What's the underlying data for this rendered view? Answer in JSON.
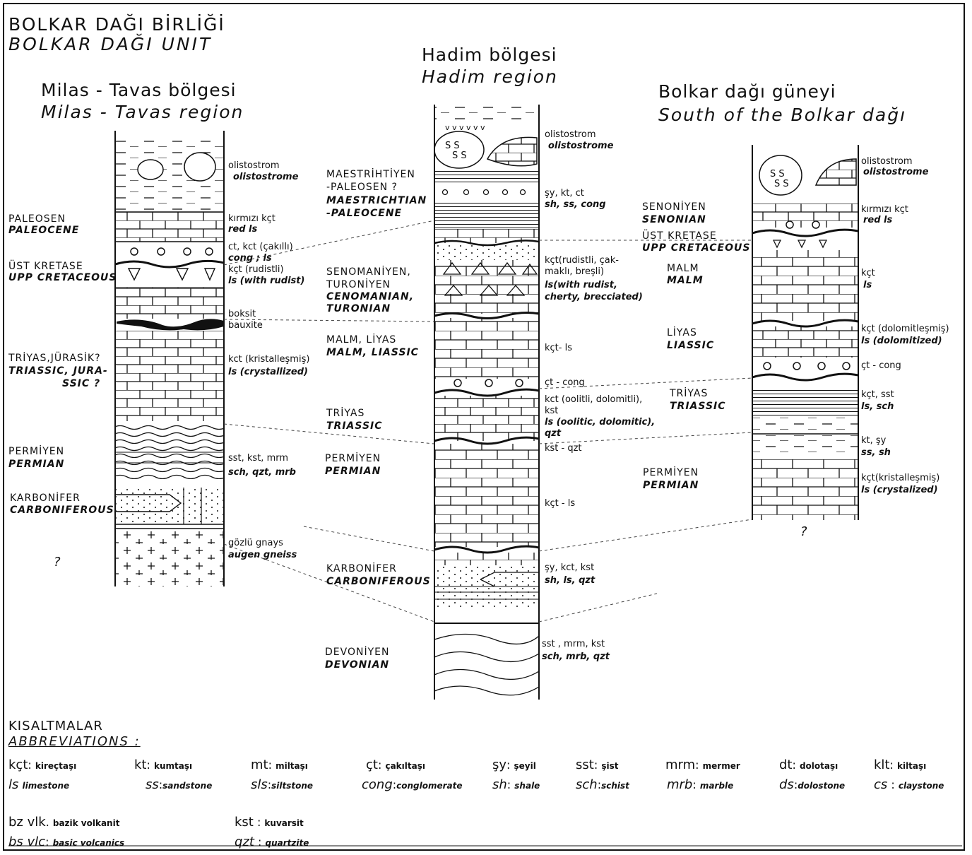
{
  "unit": {
    "title_tr": "BOLKAR DAĞI BİRLİĞİ",
    "title_en": "BOLKAR DAĞI UNIT"
  },
  "columns": {
    "milas": {
      "region_tr": "Milas - Tavas bölgesi",
      "region_en": "Milas - Tavas region",
      "question": "?",
      "ages": [
        {
          "tr": "PALEOSEN",
          "en": "PALEOCENE"
        },
        {
          "tr": "ÜST KRETASE",
          "en": "UPP CRETACEOUS"
        },
        {
          "tr": "TRİYAS,JÜRASİK?",
          "en": "TRIASSIC, JURA-",
          "en2": "SSIC ?"
        },
        {
          "tr": "PERMİYEN",
          "en": "PERMIAN"
        },
        {
          "tr": "KARBONİFER",
          "en": "CARBONIFEROUS"
        }
      ],
      "lith": [
        {
          "tr": "olistostrom",
          "en": "olistostrome"
        },
        {
          "tr": "kırmızı kçt",
          "en": "red ls"
        },
        {
          "tr": "ct, kct (çakıllı)",
          "en": "cong ; ls"
        },
        {
          "tr": "kçt (rudistli)",
          "en": "ls (with rudist)"
        },
        {
          "tr": "boksit",
          "en": "bauxite"
        },
        {
          "tr": "kct (kristalleşmiş)",
          "en": "ls (crystallized)"
        },
        {
          "tr": "sst, kst, mrm",
          "en": "sch, qzt, mrb"
        },
        {
          "tr": "gözlü gnays",
          "en": "augen gneiss"
        }
      ]
    },
    "hadim": {
      "region_tr": "Hadim bölgesi",
      "region_en": "Hadim region",
      "ages": [
        {
          "tr": "MAESTRİHTİYEN",
          "tr2": "-PALEOSEN ?",
          "en": "MAESTRICHTIAN",
          "en2": "-PALEOCENE"
        },
        {
          "tr": "SENOMANİYEN,",
          "tr2": "TURONİYEN",
          "en": "CENOMANIAN,",
          "en2": "TURONIAN"
        },
        {
          "tr": "MALM, LİYAS",
          "en": "MALM, LIASSIC"
        },
        {
          "tr": "TRİYAS",
          "en": "TRIASSIC"
        },
        {
          "tr": "PERMİYEN",
          "en": "PERMIAN"
        },
        {
          "tr": "KARBONİFER",
          "en": "CARBONIFEROUS"
        },
        {
          "tr": "DEVONİYEN",
          "en": "DEVONIAN"
        }
      ],
      "lith": [
        {
          "tr": "olistostrom",
          "en": "olistostrome"
        },
        {
          "tr": "şy, kt, ct",
          "en": "sh, ss, cong"
        },
        {
          "tr": "kçt(rudistli, çak-",
          "tr2": "maklı, breşli)",
          "en": "ls(with rudist,",
          "en2": "cherty, brecciated)"
        },
        {
          "tr": "kçt- ls"
        },
        {
          "tr": "çt - cong"
        },
        {
          "tr": "kct (oolitli, dolomitli),",
          "tr2": "kst",
          "en": "ls (oolitic, dolomitic),",
          "en2": "qzt"
        },
        {
          "tr": "kst - qzt"
        },
        {
          "tr": "kçt - ls"
        },
        {
          "tr": "şy, kct, kst",
          "en": "sh, ls, qzt"
        },
        {
          "tr": "sst , mrm, kst",
          "en": "sch, mrb, qzt"
        }
      ]
    },
    "bolkar": {
      "region_tr": "Bolkar dağı güneyi",
      "region_en": "South of the Bolkar dağı",
      "question": "?",
      "ages": [
        {
          "tr": "SENONİYEN",
          "en": "SENONIAN"
        },
        {
          "tr": "ÜST KRETASE",
          "en": "UPP CRETACEOUS"
        },
        {
          "tr": "MALM",
          "en": "MALM"
        },
        {
          "tr": "LİYAS",
          "en": "LIASSIC"
        },
        {
          "tr": "TRİYAS",
          "en": "TRIASSIC"
        },
        {
          "tr": "PERMİYEN",
          "en": "PERMIAN"
        }
      ],
      "lith": [
        {
          "tr": "olistostrom",
          "en": "olistostrome"
        },
        {
          "tr": "kırmızı kçt",
          "en": "red ls"
        },
        {
          "tr": "kçt",
          "en": "ls"
        },
        {
          "tr": "kçt (dolomitleşmiş)",
          "en": "ls (dolomitized)"
        },
        {
          "tr": "çt - cong"
        },
        {
          "tr": "kçt, sst",
          "en": "ls, sch"
        },
        {
          "tr": "kt, şy",
          "en": "ss, sh"
        },
        {
          "tr": "kçt(kristalleşmiş)",
          "en": "ls (crystalized)"
        }
      ]
    }
  },
  "abbreviations": {
    "title_tr": "KISALTMALAR",
    "title_en": "ABBREVIATIONS :",
    "row1": [
      {
        "k": "kçt",
        "v": "kireçtaşı"
      },
      {
        "k": "kt",
        "v": "kumtaşı"
      },
      {
        "k": "mt",
        "v": "miltaşı"
      },
      {
        "k": "çt",
        "v": "çakıltaşı"
      },
      {
        "k": "şy",
        "v": "şeyil"
      },
      {
        "k": "sst",
        "v": "şist"
      },
      {
        "k": "mrm",
        "v": "mermer"
      },
      {
        "k": "dt",
        "v": "dolotaşı"
      },
      {
        "k": "klt",
        "v": "kiltaşı"
      }
    ],
    "row2": [
      {
        "k": "ls",
        "v": "limestone"
      },
      {
        "k": "ss",
        "v": "sandstone"
      },
      {
        "k": "sls",
        "v": "siltstone"
      },
      {
        "k": "cong",
        "v": "conglomerate"
      },
      {
        "k": "sh",
        "v": "shale"
      },
      {
        "k": "sch",
        "v": "schist"
      },
      {
        "k": "mrb",
        "v": "marble"
      },
      {
        "k": "ds",
        "v": "dolostone"
      },
      {
        "k": "cs",
        "v": "claystone"
      }
    ],
    "row3": [
      {
        "k": "bz vlk",
        "v": "bazik volkanit"
      },
      {
        "k": "kst",
        "v": "kuvarsit"
      }
    ],
    "row4": [
      {
        "k": "bs vlc",
        "v": "basic volcanics"
      },
      {
        "k": "qzt",
        "v": "quartzite"
      }
    ]
  }
}
